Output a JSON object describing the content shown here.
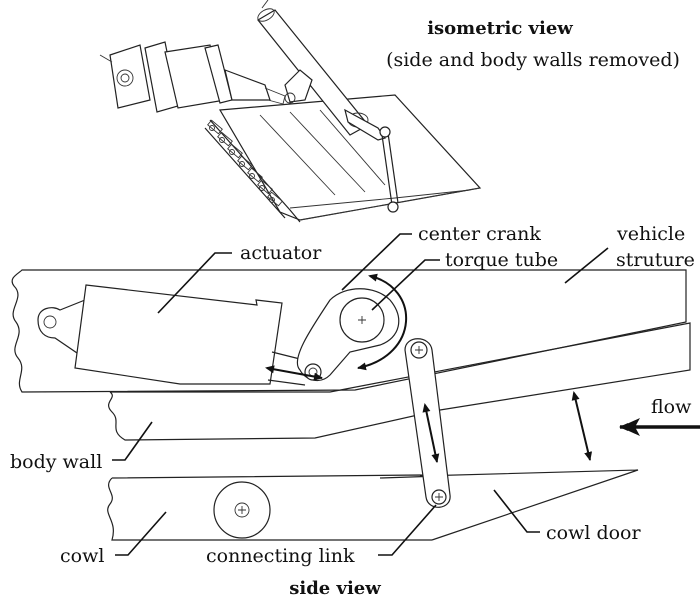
{
  "diagram": {
    "isometric_title": "isometric view",
    "isometric_subtitle": "(side and body walls removed)",
    "side_view_title": "side view",
    "labels": {
      "actuator": "actuator",
      "center_crank": "center crank",
      "torque_tube": "torque tube",
      "vehicle_line1": "vehicle",
      "vehicle_line2": "struture",
      "flow": "flow",
      "body_wall": "body wall",
      "cowl": "cowl",
      "connecting_link": "connecting link",
      "cowl_door": "cowl door"
    }
  }
}
